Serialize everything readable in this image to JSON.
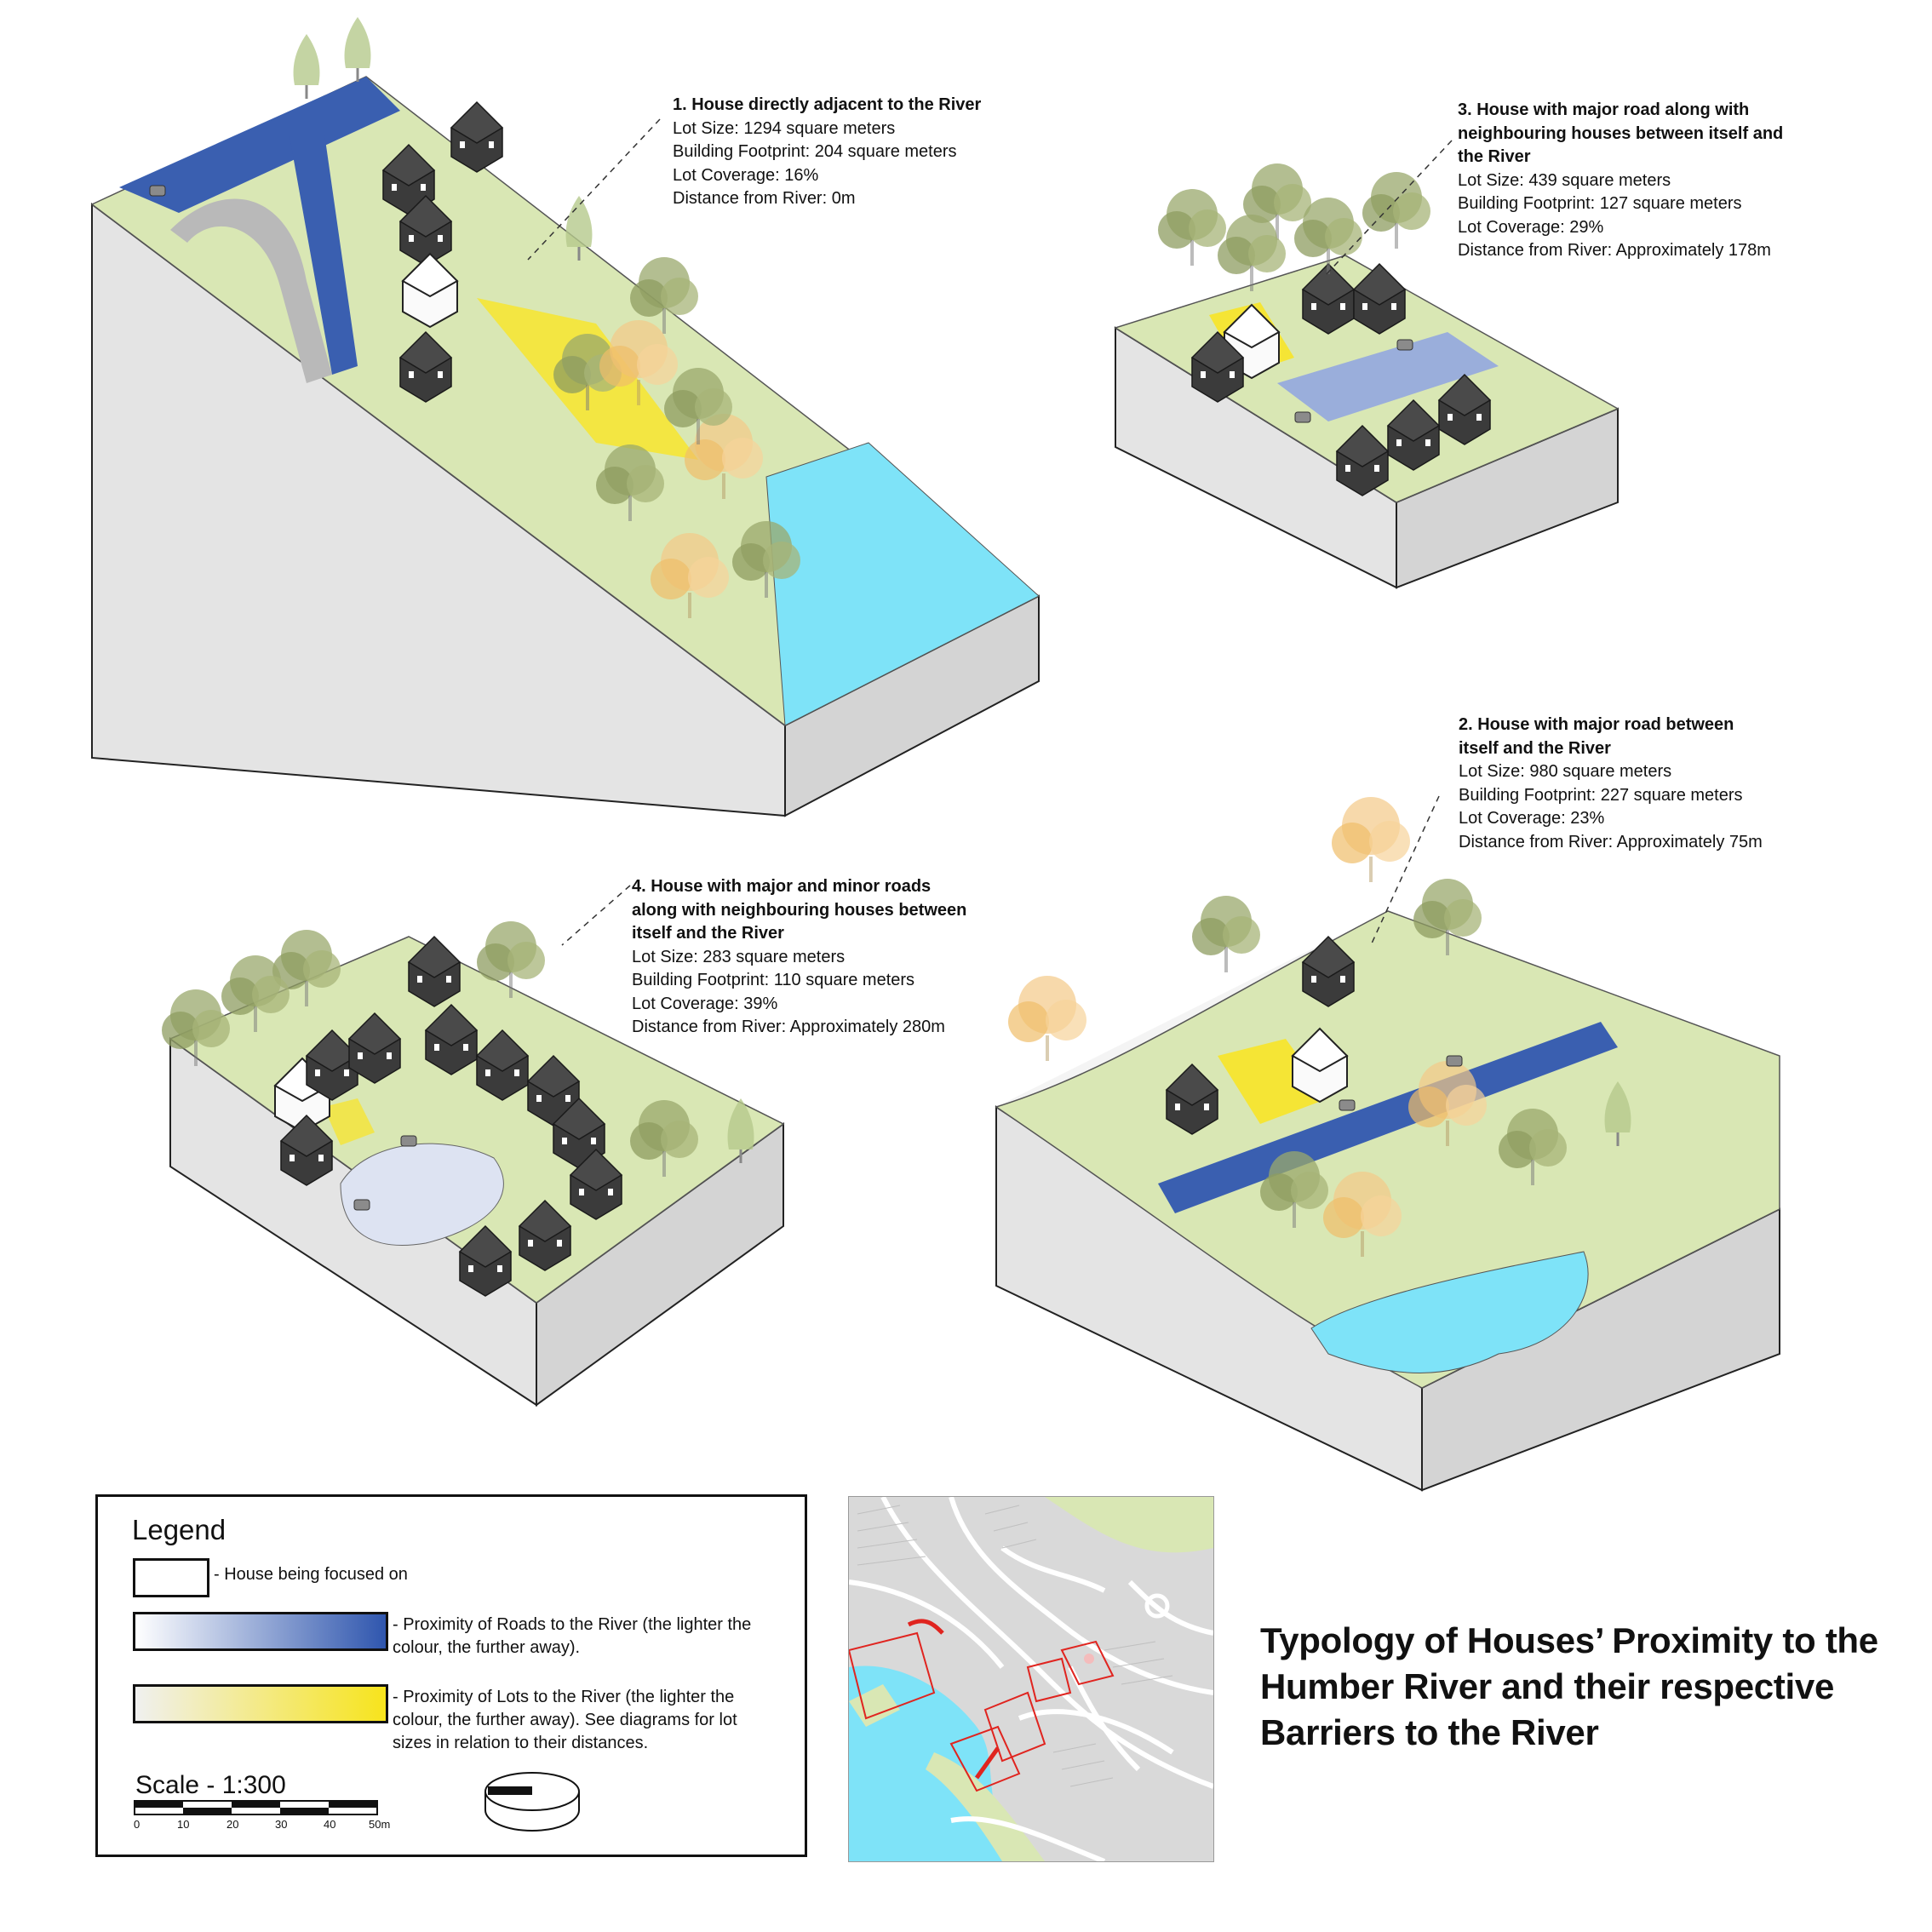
{
  "title": "Typology of Houses’ Proximity to the Humber River and their respective Barriers to the River",
  "title_lines": [
    "Typology of Houses’ Proximity to the",
    "Humber River and their respective",
    "Barriers to the River"
  ],
  "typologies": [
    {
      "heading": "1. House directly adjacent to the River",
      "lot_size": "Lot Size: 1294 square meters",
      "footprint": "Building Footprint: 204 square meters",
      "coverage": "Lot Coverage: 16%",
      "distance": "Distance from River: 0m"
    },
    {
      "heading_lines": [
        "2. House with major road between",
        "itself and the River"
      ],
      "lot_size": "Lot Size: 980 square meters",
      "footprint": "Building Footprint: 227 square meters",
      "coverage": "Lot Coverage: 23%",
      "distance": "Distance from River: Approximately 75m"
    },
    {
      "heading_lines": [
        "3. House with major road along with",
        "neighbouring houses between itself and",
        "the River"
      ],
      "lot_size": "Lot Size: 439 square meters",
      "footprint": "Building Footprint: 127 square meters",
      "coverage": "Lot Coverage: 29%",
      "distance": "Distance from River: Approximately 178m"
    },
    {
      "heading_lines": [
        "4. House with major and minor roads",
        "along with neighbouring houses between",
        "itself and the River"
      ],
      "lot_size": "Lot Size: 283 square meters",
      "footprint": "Building Footprint: 110 square meters",
      "coverage": "Lot Coverage: 39%",
      "distance": "Distance from River: Approximately 280m"
    }
  ],
  "legend": {
    "title": "Legend",
    "house_label": "- House being focused on",
    "roads_lines": [
      "- Proximity of Roads to the River (the lighter the",
      "colour, the further away)."
    ],
    "lots_lines": [
      "- Proximity of Lots to the River (the lighter the",
      "colour, the further away). See diagrams for lot",
      "sizes in relation to their distances."
    ],
    "scale_title": "Scale - 1:300",
    "scale_ticks": [
      "0",
      "10",
      "20",
      "30",
      "40",
      "50m"
    ]
  },
  "colors": {
    "river": "#7ee3f8",
    "road_dark": "#3a5fb0",
    "road_light": "#9aaedb",
    "lot_yellow": "#f5e535",
    "grass": "#d9e7b4",
    "block_side": "#e6e6e6",
    "house": "#3a3a3a",
    "tree": "#9aa86c",
    "tree_orange": "#f3c987",
    "map_red": "#e0241f"
  }
}
